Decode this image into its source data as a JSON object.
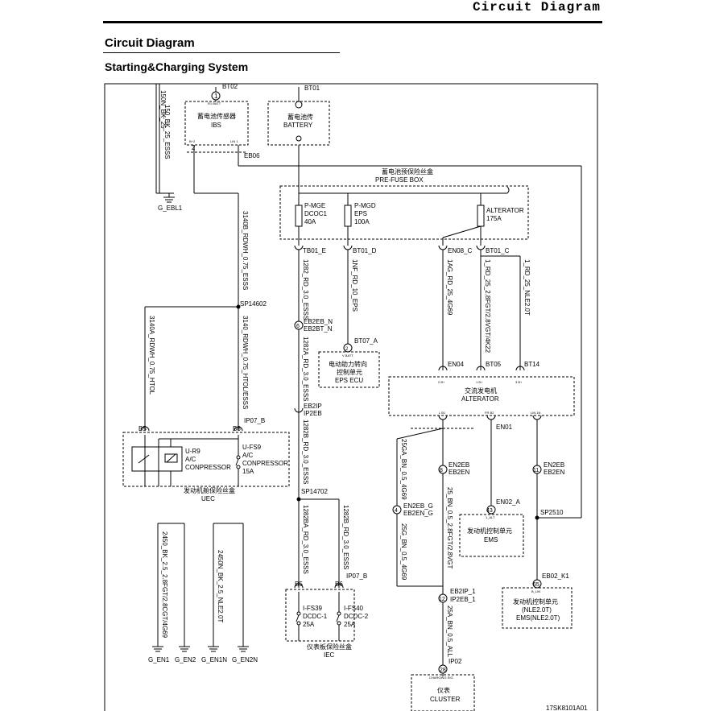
{
  "header": {
    "title": "Circuit Diagram"
  },
  "section": {
    "title": "Circuit Diagram",
    "subtitle": "Starting&Charging System"
  },
  "components": {
    "ibs": {
      "cn": "蓄电池传感器",
      "en": "IBS",
      "pin_l": "B+2",
      "pin_r": "LIN 1",
      "pin_top": "R1 BATT"
    },
    "battery": {
      "cn": "蓄电池传",
      "en": "BATTERY"
    },
    "prefuse": {
      "cn": "蓄电池预保险丝盒",
      "en": "PRE-FUSE BOX",
      "f1": [
        "P-MGE",
        "DCOC1",
        "40A"
      ],
      "f2": [
        "P-MGD",
        "EPS",
        "100A"
      ],
      "f3": [
        "ALTERATOR",
        "175A"
      ]
    },
    "eps": {
      "cn1": "电动助力转向",
      "cn2": "控制单元",
      "en": "EPS ECU",
      "pin": "V BATT",
      "num": "2"
    },
    "alternator": {
      "cn": "交流发电机",
      "en": "ALTERATOR",
      "p1": "2 B+",
      "p2": "1 B+",
      "p3": "3 B+",
      "b1": "L B1",
      "b2": "FR B2",
      "b3": "LIN 1N"
    },
    "uec": {
      "cn": "发动机舱保险丝盒",
      "en": "UEC",
      "relay": [
        "U-R9",
        "A/C",
        "CONPRESSOR"
      ],
      "fuse": [
        "U-FS9",
        "A/C",
        "CONPRESSOR",
        "15A"
      ],
      "pin_l": "B5",
      "pin_r": "B6"
    },
    "ems1": {
      "cn": "发动机控制单元",
      "en": "EMS",
      "pin": "43",
      "pin_lbl": "1_ALT"
    },
    "ems2": {
      "cn": "发动机控制单元",
      "en1": "(NLE2.0T)",
      "en2": "EMS(NLE2.0T)",
      "pin": "65",
      "pin_lbl": "B_LIN"
    },
    "iec": {
      "cn": "仪表板保险丝盒",
      "en": "IEC",
      "f1": [
        "I-FS39",
        "DCDC-1",
        "25A"
      ],
      "f2": [
        "I-FS40",
        "DCDC-2",
        "25A"
      ],
      "pin_l": "B5",
      "pin_r": "B6"
    },
    "cluster": {
      "cn": "仪表",
      "en": "CLUSTER",
      "pin": "28",
      "pin_lbl": "CHARGING SIG"
    }
  },
  "connectors": {
    "bt02": "BT02",
    "bt01": "BT01",
    "eb06": "EB06",
    "tb01_e": "TB01_E",
    "bt01_d": "BT01_D",
    "en08_c": "EN08_C",
    "bt01_c": "BT01_C",
    "eb2eb_n": "EB2EB_N",
    "eb2bt_n": "EB2BT_N",
    "bt07_a": "BT07_A",
    "en04": "EN04",
    "bt05": "BT05",
    "bt14": "BT14",
    "eb2ip": "EB2IP",
    "ip2eb": "IP2EB",
    "ip07_b_top": "IP07_B",
    "en01": "EN01",
    "en2eb_l": "EN2EB",
    "eb2en_l": "EB2EN",
    "en2eb_r": "EN2EB",
    "eb2en_r": "EB2EN",
    "en2eb_g": "EN2EB_G",
    "eb2en_g": "EB2EN_G",
    "en02_a": "EN02_A",
    "sp2510": "SP2510",
    "eb02_k1": "EB02_K1",
    "eb2ip_1": "EB2IP_1",
    "ip2eb_1": "IP2EB_1",
    "ip07_b_bot": "IP07_B",
    "ip02": "IP02",
    "sp14602": "SP14602",
    "sp14702": "SP14702",
    "pin_1a": "1",
    "pin_6": "6",
    "pin_1b": "1",
    "pin_8": "8",
    "pin_4": "4",
    "pin_12": "12",
    "pin_11": "11",
    "pin_2": "2"
  },
  "wires": {
    "w150n": "150N_BK_25",
    "w150": "150_BK_25_ESSS",
    "w3140b": "3140B_RDWH_0.75_ESSS",
    "w3140": "3140_RDWH_0.75_HTOL/ESSS",
    "w3140a": "3140A_RDWH_0.75_HTOL",
    "w1282": "1282_RD_3.0_ESSS",
    "w1282a": "1282A_RD_3.0_ESSS",
    "w1282b": "1282B_RD_3.0_ESSS",
    "w1282ba": "1282BA_RD_3.0_ESSS",
    "w1282bb": "1282B_RD_3.0_ESSS",
    "w1nf": "1NF_RD_10_EPS",
    "w1ag": "1AG_RD_25_4G69",
    "w1rd2": "1_RD_25_2.8FGT/2.8VGT/4K22",
    "w1rdn": "1_RD_25_NLE2.0T",
    "w25ga": "25GA_BN_0.5_4G69",
    "w25g": "25G_BN_0.5_4G69",
    "w25": "25_BN_0.5_2.8FGT/2.8VGT",
    "w25a": "25A_BN_0.5_ALL",
    "w2450": "2450_BK_2.5_2.8FGT/2.8CGT/4G69",
    "w2450n": "2450N_BK_2.5_NLE2.0T"
  },
  "grounds": {
    "g_ebl1": "G_EBL1",
    "g_en1": "G_EN1",
    "g_en2": "G_EN2",
    "g_en1n": "G_EN1N",
    "g_en2n": "G_EN2N"
  },
  "footer_code": "17SK8101A01"
}
